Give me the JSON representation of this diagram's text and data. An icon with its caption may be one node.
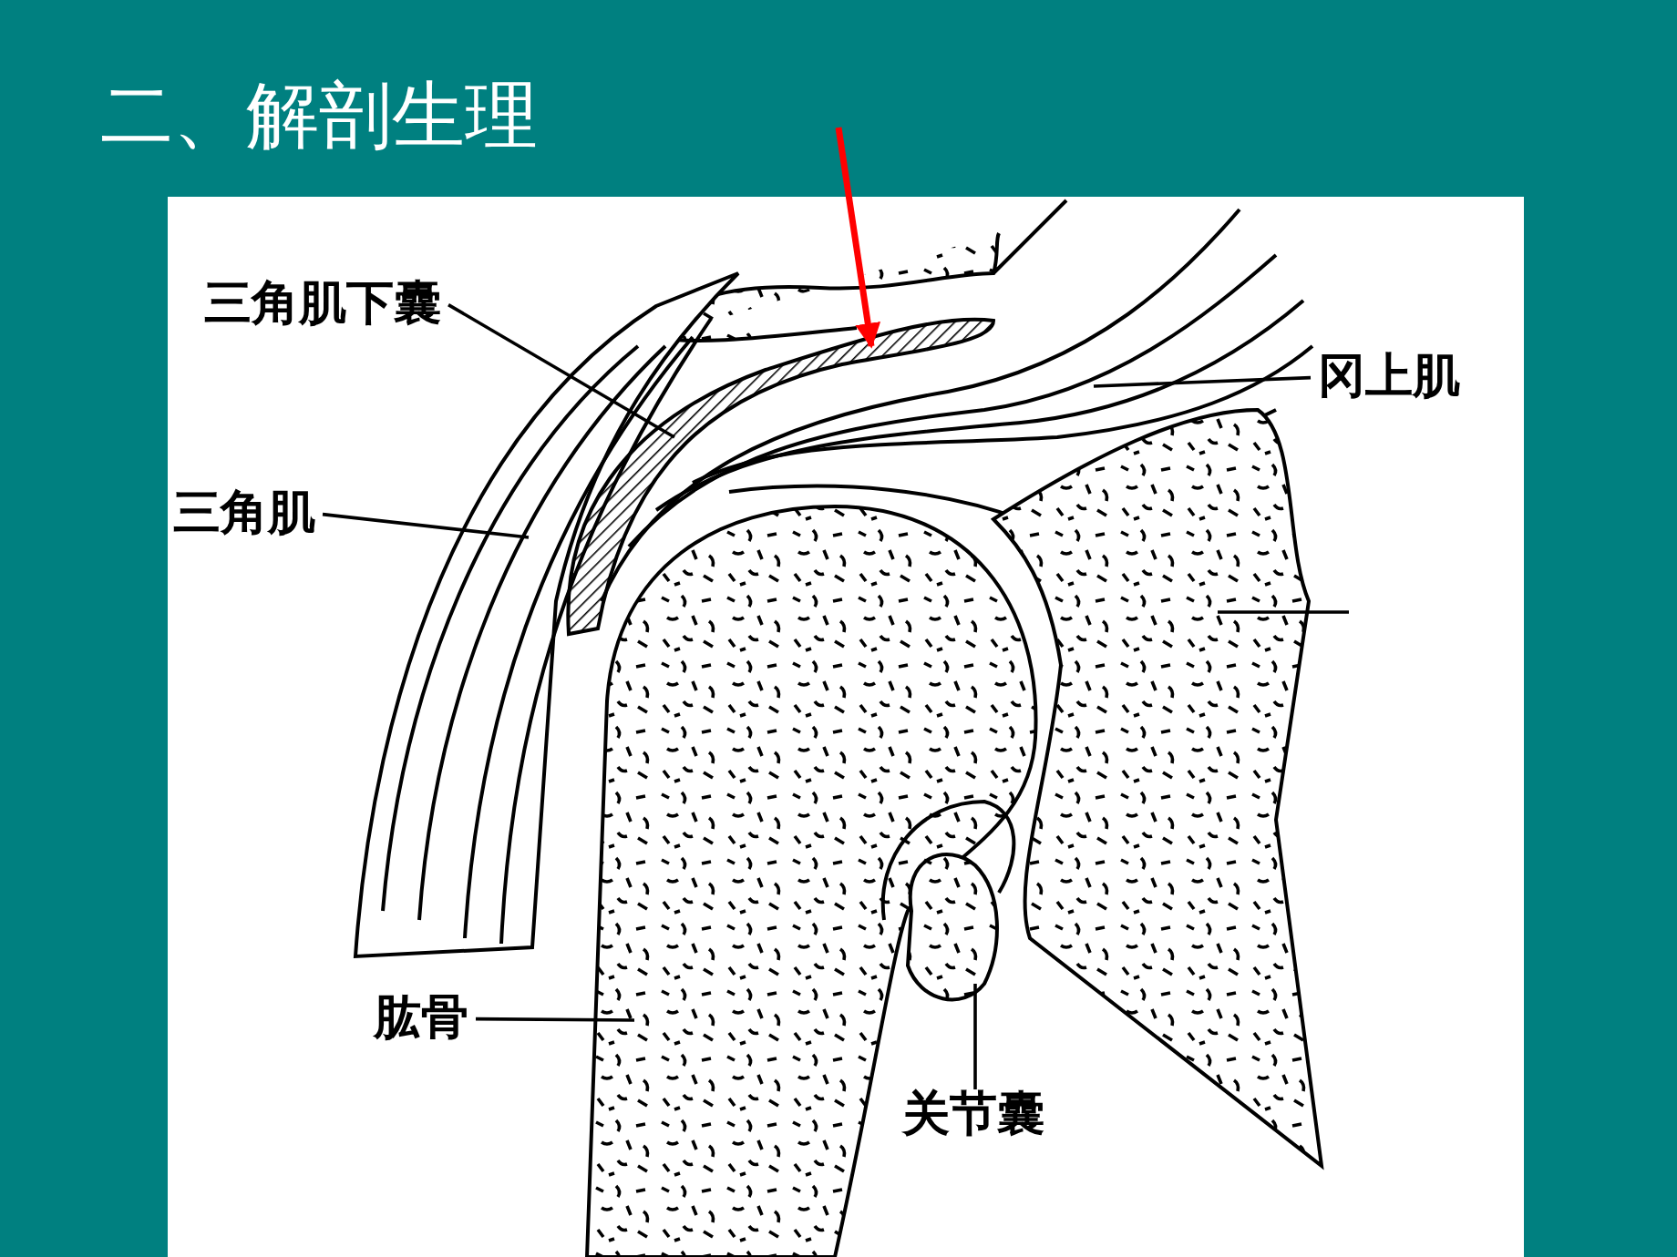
{
  "diagram": {
    "title": "二、解剖生理",
    "nodes": [
      {
        "text": [
          "三角肌下囊"
        ]
      },
      {
        "text": [
          "冈上肌"
        ]
      },
      {
        "text": [
          "三角肌"
        ]
      },
      {
        "text": [
          "肱骨"
        ]
      },
      {
        "text": [
          "关节囊"
        ]
      },
      {
        "text": [],
        "shape": "picture"
      },
      {
        "text": [],
        "shape": "picture"
      },
      {
        "text": [],
        "shape": "picture"
      },
      {
        "text": [],
        "shape": "picture"
      },
      {
        "text": [],
        "shape": "picture"
      },
      {
        "text": [],
        "shape": "picture"
      }
    ],
    "edges": [
      {
        "from": 0,
        "to": 7,
        "arrow": "none"
      },
      {
        "from": 1,
        "to": 9,
        "arrow": "none"
      },
      {
        "from": 2,
        "to": 5,
        "arrow": "none"
      },
      {
        "from": 3,
        "to": 6,
        "arrow": "none"
      },
      {
        "from": 4,
        "to": 8,
        "arrow": "none"
      },
      {
        "from": null,
        "to": 10,
        "arrow": "none"
      },
      {
        "from": null,
        "to": 7,
        "arrow": "to",
        "color": "#ff0000",
        "style": "thick"
      }
    ]
  }
}
